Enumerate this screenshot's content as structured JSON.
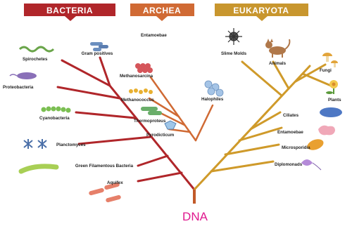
{
  "domains": [
    {
      "name": "BACTERIA",
      "color": "#b0262a"
    },
    {
      "name": "ARCHEA",
      "color": "#d06a34"
    },
    {
      "name": "EUKARYOTA",
      "color": "#c8962e"
    }
  ],
  "root_label": "DNA",
  "root_label_color": "#e0198f",
  "bacteria_branch_color": "#b0262a",
  "archea_branch_color": "#d06a34",
  "eukaryota_branch_color": "#cf9a2a",
  "bacteria": {
    "spirochetes": "Spirochetes",
    "gram_positives": "Gram positives",
    "proteobacteria": "Proteobacteria",
    "cyanobacteria": "Cyanobacteria",
    "planctomyces": "Planctomyces",
    "green_filamentous": "Green Filamentous Bacteria",
    "aquifex": "Aquifex"
  },
  "archea": {
    "entamoebae": "Entamoebae",
    "methanosarcina": "Methanosarcina",
    "methanococcus": "Methanococcus",
    "thermoproteus": "Thermoproteus",
    "pyrodicticum": "Pyrodicticum",
    "halophiles": "Halophiles"
  },
  "eukaryota": {
    "slime_molds": "Slime Molds",
    "animals": "Animals",
    "fungi": "Fungi",
    "plants": "Plants",
    "ciliates": "Ciliates",
    "entamoebae": "Entamoebae",
    "microsporidia": "Microsporidia",
    "diplomonads": "Diplomonads"
  }
}
